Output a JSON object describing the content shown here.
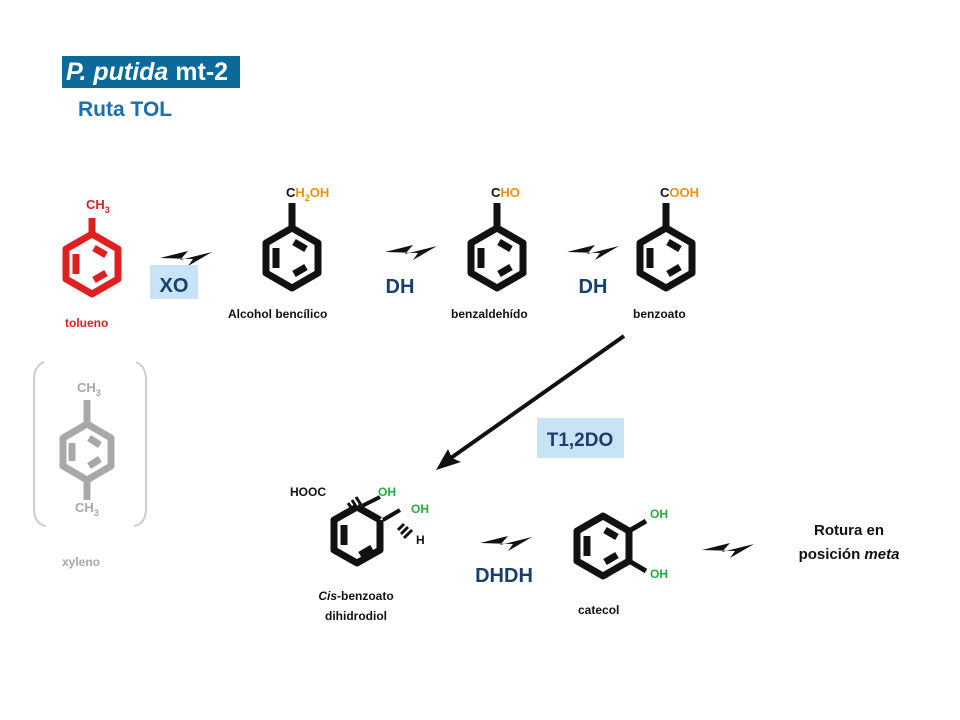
{
  "header": {
    "species": "P. putida",
    "strain": "mt-2",
    "route": "Ruta TOL"
  },
  "colors": {
    "title_bg": "#0b6a9a",
    "subtitle": "#1a6fb0",
    "toluene": "#e02020",
    "substituent": "#f0900a",
    "hydroxyl": "#20b040",
    "xylene_gray": "#a8a8a8",
    "enzyme_box": "#c9e3f6",
    "structure": "#111111"
  },
  "compounds": {
    "toluene": {
      "name": "tolueno",
      "group_main": "CH",
      "group_sub": "3"
    },
    "benzyl_alcohol": {
      "name": "Alcohol bencílico",
      "group_c": "C",
      "group_h": "H",
      "group_sub": "2",
      "group_rest": "OH"
    },
    "benzaldehyde": {
      "name": "benzaldehído",
      "group_c": "C",
      "group_rest": "HO"
    },
    "benzoate": {
      "name": "benzoato",
      "group_c": "C",
      "group_rest": "OOH"
    },
    "xylene": {
      "name": "xyleno",
      "group_main": "CH",
      "group_sub": "3"
    },
    "dihydrodiol": {
      "name_italic": "Cis",
      "name_line1_rest": "-benzoato",
      "name_line2": "dihidrodiol",
      "hooc": "HOOC",
      "oh": "OH",
      "h": "H"
    },
    "catechol": {
      "name": "catecol",
      "oh": "OH"
    }
  },
  "enzymes": {
    "xo": "XO",
    "dh": "DH",
    "t12do": "T1,2DO",
    "dhdh": "DHDH"
  },
  "outcome": {
    "line1": "Rotura en",
    "line2_prefix": "posición ",
    "line2_italic": "meta"
  }
}
